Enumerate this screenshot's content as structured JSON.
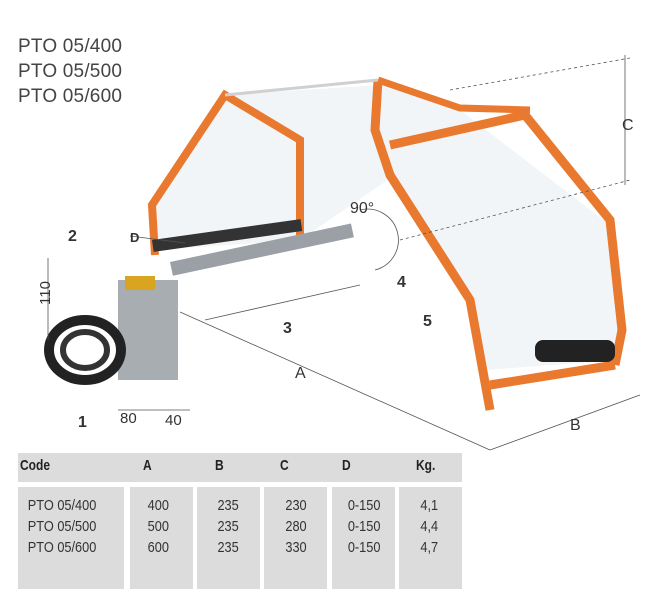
{
  "models": [
    "PTO 05/400",
    "PTO 05/500",
    "PTO 05/600"
  ],
  "figure": {
    "labels": {
      "angle": "90°",
      "dim_A": "A",
      "dim_B": "B",
      "dim_C": "C",
      "dim_D": "D",
      "dim_110": "110",
      "dim_80": "80",
      "dim_40": "40",
      "p1": "1",
      "p2": "2",
      "p3": "3",
      "p4": "4",
      "p5": "5"
    }
  },
  "colors": {
    "frame": "#e8792f",
    "table_bg": "#dcdcdc"
  },
  "table": {
    "headers": [
      "Code",
      "A",
      "B",
      "C",
      "D",
      "Kg."
    ],
    "columns": [
      [
        "PTO 05/400",
        "PTO 05/500",
        "PTO 05/600"
      ],
      [
        "400",
        "500",
        "600"
      ],
      [
        "235",
        "235",
        "235"
      ],
      [
        "230",
        "280",
        "330"
      ],
      [
        "0-150",
        "0-150",
        "0-150"
      ],
      [
        "4,1",
        "4,4",
        "4,7"
      ]
    ]
  }
}
